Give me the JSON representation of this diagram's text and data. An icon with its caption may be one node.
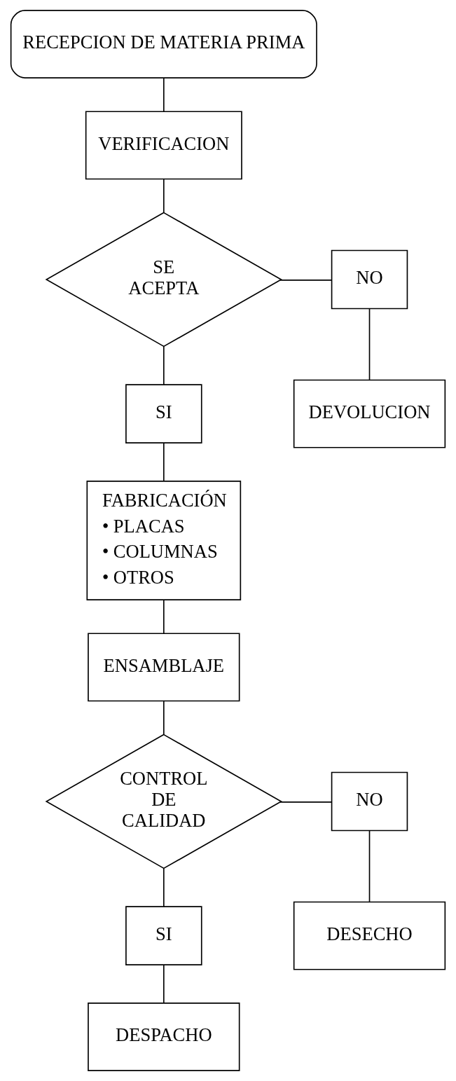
{
  "diagram": {
    "nodes": [
      {
        "text": [
          "RECEPCION DE MATERIA PRIMA"
        ]
      },
      {
        "text": [
          "VERIFICACION"
        ]
      },
      {
        "text": [
          "SE ACEPTA"
        ]
      },
      {
        "text": [
          "NO"
        ]
      },
      {
        "text": [
          "DEVOLUCION"
        ]
      },
      {
        "text": [
          "SI"
        ]
      },
      {
        "text": [
          "FABRICACIÓN",
          "• PLACAS",
          "• COLUMNAS",
          "• OTROS"
        ]
      },
      {
        "text": [
          "ENSAMBLAJE"
        ]
      },
      {
        "text": [
          "CONTROL DE CALIDAD"
        ]
      },
      {
        "text": [
          "NO"
        ]
      },
      {
        "text": [
          "DESECHO"
        ]
      },
      {
        "text": [
          "SI"
        ]
      },
      {
        "text": [
          "DESPACHO"
        ]
      }
    ],
    "edges": [
      {
        "from": 0,
        "to": 1,
        "arrow": "none"
      },
      {
        "from": 1,
        "to": 2,
        "arrow": "none"
      },
      {
        "from": 2,
        "to": 3,
        "arrow": "none"
      },
      {
        "from": 3,
        "to": 4,
        "arrow": "none"
      },
      {
        "from": 2,
        "to": 5,
        "arrow": "none"
      },
      {
        "from": 5,
        "to": 6,
        "arrow": "none"
      },
      {
        "from": 6,
        "to": 7,
        "arrow": "none"
      },
      {
        "from": 7,
        "to": 8,
        "arrow": "none"
      },
      {
        "from": 8,
        "to": 9,
        "arrow": "none"
      },
      {
        "from": 9,
        "to": 10,
        "arrow": "none"
      },
      {
        "from": 8,
        "to": 11,
        "arrow": "none"
      },
      {
        "from": 11,
        "to": 12,
        "arrow": "none"
      }
    ]
  }
}
